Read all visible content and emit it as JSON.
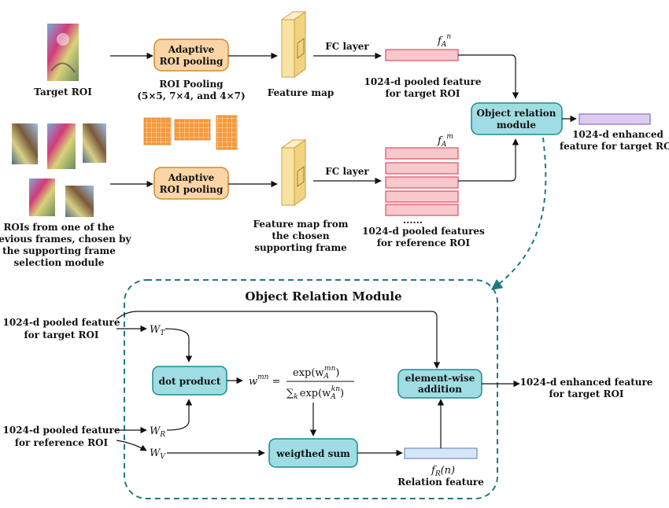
{
  "colors": {
    "orange_fill": "#fbd5a5",
    "orange_stroke": "#d4892a",
    "grid_fill": "#f59a3c",
    "teal_fill": "#9fdde3",
    "teal_stroke": "#1b8a93",
    "pink_fill": "#f8c8cc",
    "pink_stroke": "#d9515d",
    "lavender_fill": "#dccdf0",
    "lavender_stroke": "#8d6cc0",
    "lightblue_fill": "#d5e6f8",
    "lightblue_stroke": "#6a8fbf",
    "dashed_teal": "#1f7a80",
    "feature_map_fill": "#f8e3a4",
    "feature_map_stroke": "#c9a14a"
  },
  "top": {
    "target_roi_label": "Target ROI",
    "adaptive_pool_label_1": [
      "Adaptive",
      "ROI pooling"
    ],
    "roi_pooling_caption": [
      "ROI Pooling",
      "(5×5, 7×4, and 4×7)"
    ],
    "feature_map_label": "Feature map",
    "fc_layer_label": "FC layer",
    "fa_n_label": "f",
    "fa_n_sub": "A",
    "fa_n_sup": "n",
    "pooled_target_label": [
      "1024-d pooled feature",
      "for target ROI"
    ],
    "object_relation_module_box": [
      "Object relation",
      "module"
    ],
    "enhanced_label": [
      "1024-d enhanced",
      "feature for target ROI"
    ],
    "adaptive_pool_label_2": [
      "Adaptive",
      "ROI pooling"
    ],
    "reference_rois_label": [
      "ROIs from one of the",
      "previous frames, chosen by",
      "the supporting frame",
      "selection module"
    ],
    "feature_map2_label": [
      "Feature map from",
      "the chosen",
      "supporting frame"
    ],
    "fc_layer2_label": "FC layer",
    "fa_m_label": "f",
    "fa_m_sub": "A",
    "fa_m_sup": "m",
    "ellipsis": "......",
    "pooled_ref_label": [
      "1024-d pooled features",
      "for reference ROI"
    ]
  },
  "module": {
    "title": "Object Relation Module",
    "input_target_label": [
      "1024-d pooled feature",
      "for target ROI"
    ],
    "input_ref_label": [
      "1024-d pooled feature",
      "for reference ROI"
    ],
    "wt_label": "W",
    "wt_sub": "T",
    "wr_label": "W",
    "wr_sub": "R",
    "wv_label": "W",
    "wv_sub": "V",
    "dot_product_label": "dot product",
    "weighted_sum_label": "weigthed sum",
    "elementwise_label": [
      "element-wise",
      "addition"
    ],
    "output_label": [
      "1024-d enhanced feature",
      "for target ROI"
    ],
    "relation_feature_label": "Relation feature",
    "fr_label": "f",
    "fr_sub": "R",
    "fr_arg": "(n)",
    "formula_lhs": "w",
    "formula_lhs_sup": "mn",
    "formula_eq": "=",
    "formula_num": "exp(w",
    "formula_num_sub": "A",
    "formula_num_sup": "mn",
    "formula_num_close": ")",
    "formula_den_sum": "∑",
    "formula_den_sum_sub": "k",
    "formula_den": "exp(w",
    "formula_den_sub": "A",
    "formula_den_sup": "kn",
    "formula_den_close": ")"
  }
}
